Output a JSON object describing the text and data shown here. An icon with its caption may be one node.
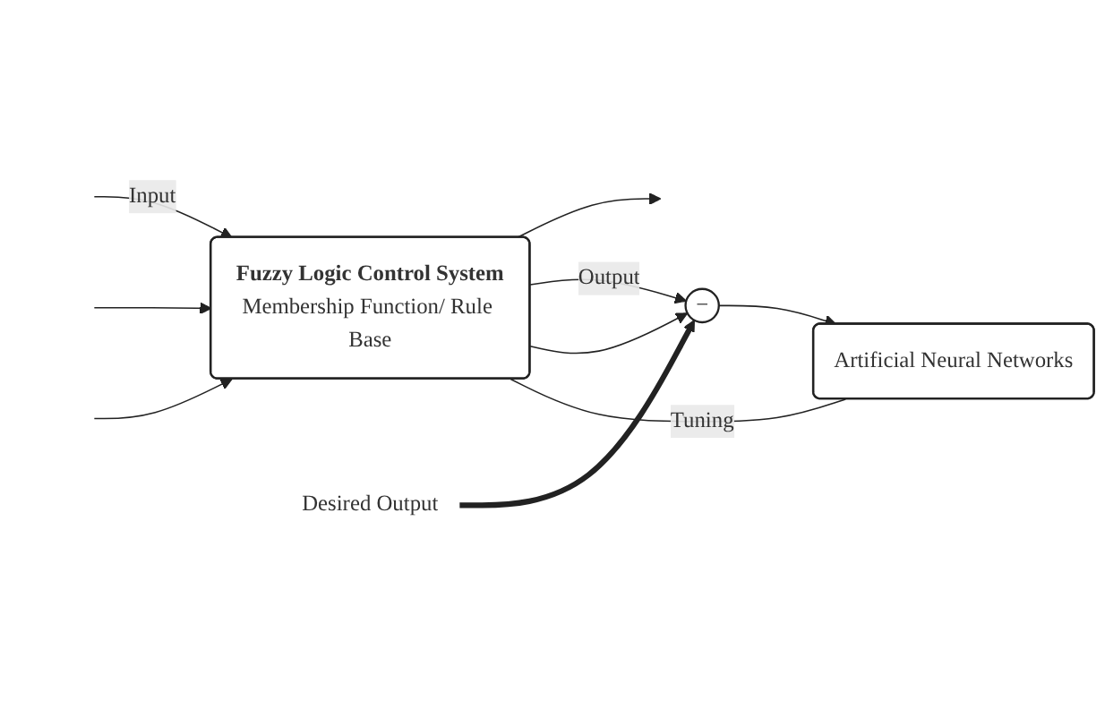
{
  "diagram": {
    "nodes": [
      {
        "text": [
          "Fuzzy Logic Control System",
          "Membership Function/ Rule Base"
        ]
      },
      {
        "text": [
          "Artificial Neural Networks"
        ]
      },
      {
        "text": [
          "−"
        ]
      },
      {
        "text": [
          "Desired Output"
        ]
      }
    ],
    "edges": [
      {
        "from": null,
        "to": 0,
        "arrow": "to",
        "label": "Input"
      },
      {
        "from": null,
        "to": 0,
        "arrow": "to"
      },
      {
        "from": null,
        "to": 0,
        "arrow": "to"
      },
      {
        "from": 1,
        "to": 0,
        "arrow": "none",
        "label": "Tuning"
      },
      {
        "from": 0,
        "to": null,
        "arrow": "to"
      },
      {
        "from": 0,
        "to": 2,
        "arrow": "to",
        "label": "Output"
      },
      {
        "from": 0,
        "to": 2,
        "arrow": "to"
      },
      {
        "from": 2,
        "to": 1,
        "arrow": "to"
      },
      {
        "from": 3,
        "to": 2,
        "arrow": "to",
        "style": "thick"
      }
    ]
  }
}
